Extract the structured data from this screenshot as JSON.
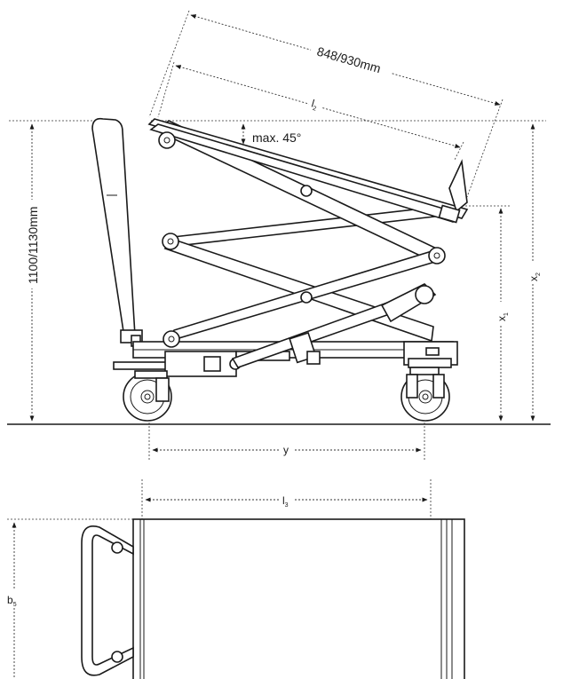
{
  "dimensions": {
    "diagonal": "848/930mm",
    "l2_main": "l",
    "l2_sub": "2",
    "angle": "max. 45°",
    "height": "1100/1130mm",
    "x1_main": "x",
    "x1_sub": "1",
    "x2_main": "x",
    "x2_sub": "2",
    "y": "y",
    "l3_main": "l",
    "l3_sub": "3",
    "b5_main": "b",
    "b5_sub": "5"
  }
}
